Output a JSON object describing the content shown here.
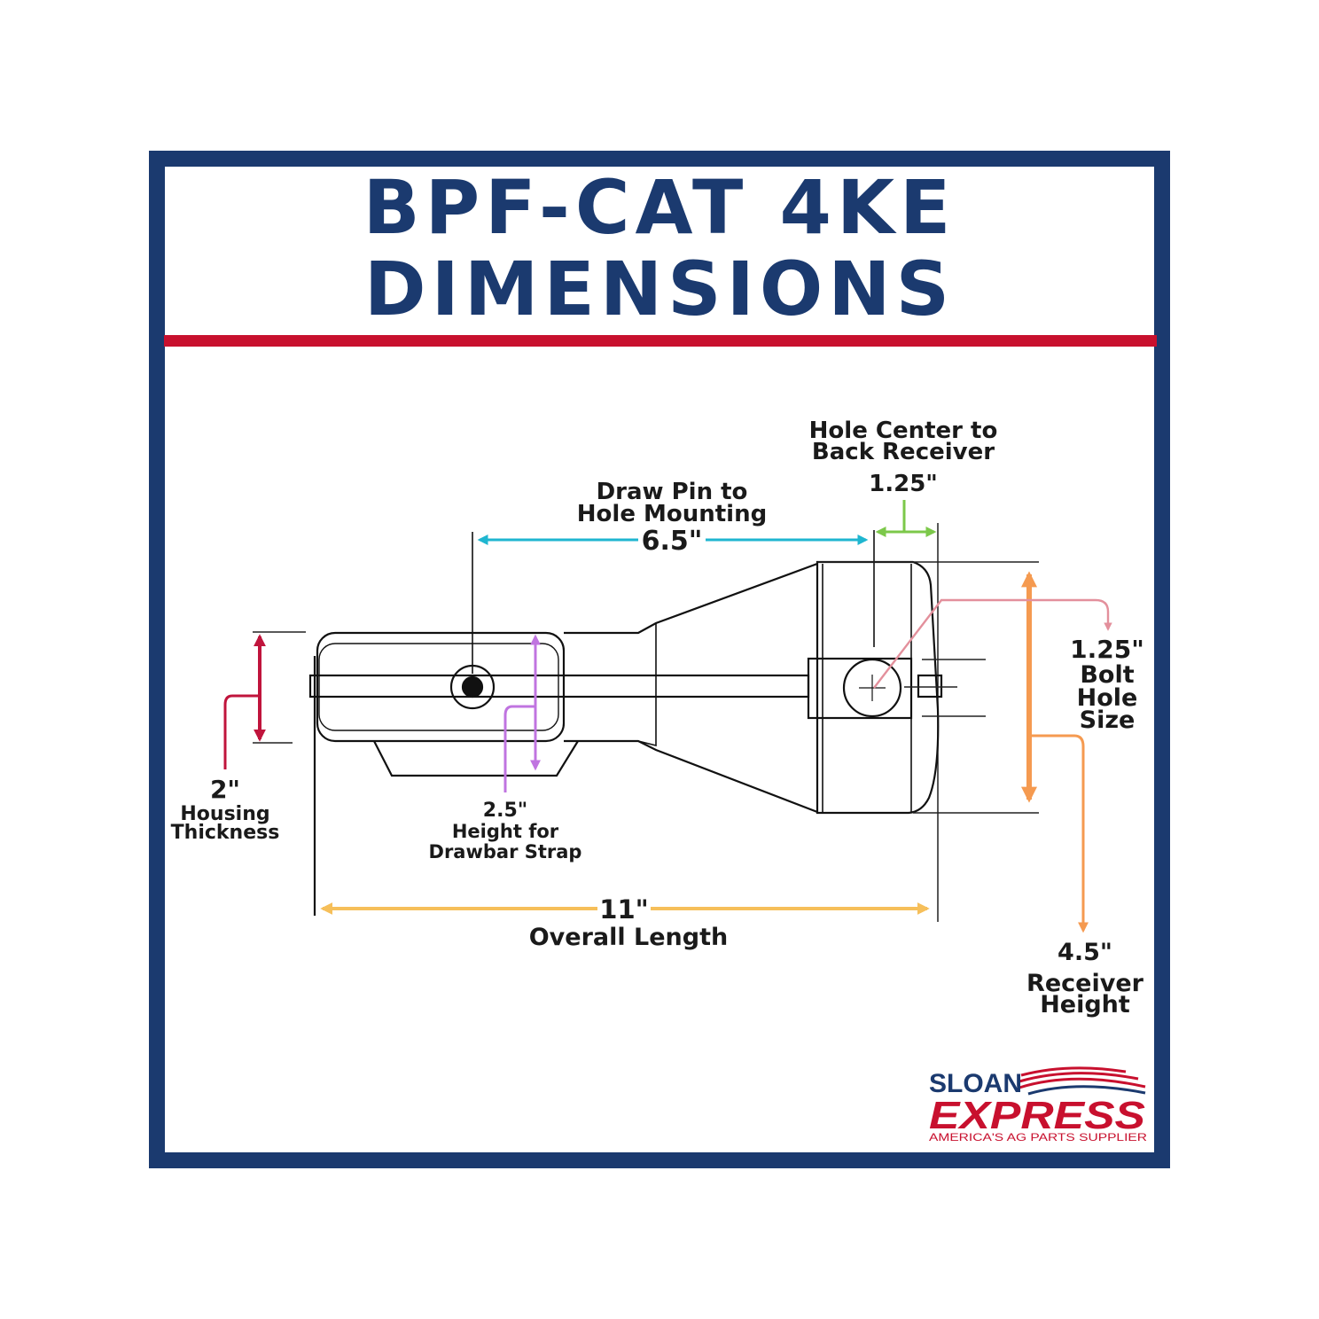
{
  "title": {
    "line1": "BPF-CAT 4KE",
    "line2": "DIMENSIONS"
  },
  "colors": {
    "navy": "#1b3a6f",
    "red": "#c8102e",
    "cyan": "#1fb6d0",
    "green": "#7cc84a",
    "pink": "#e3909c",
    "orange": "#f59a50",
    "yellow": "#f6bf5a",
    "purple": "#c074e0",
    "crimson": "#c0143c"
  },
  "dimensions": {
    "hole_center": {
      "label1": "Hole Center to",
      "label2": "Back Receiver",
      "value": "1.25\""
    },
    "draw_pin": {
      "label1": "Draw Pin to",
      "label2": "Hole Mounting",
      "value": "6.5\""
    },
    "bolt_hole": {
      "value": "1.25\"",
      "label1": "Bolt",
      "label2": "Hole",
      "label3": "Size"
    },
    "housing": {
      "value": "2\"",
      "label1": "Housing",
      "label2": "Thickness"
    },
    "drawbar": {
      "value": "2.5\"",
      "label1": "Height for",
      "label2": "Drawbar Strap"
    },
    "overall": {
      "value": "11\"",
      "label": "Overall Length"
    },
    "receiver": {
      "value": "4.5\"",
      "label1": "Receiver",
      "label2": "Height"
    }
  },
  "logo": {
    "line1": "SLOAN",
    "line2": "EXPRESS",
    "tagline": "AMERICA'S AG PARTS SUPPLIER"
  }
}
